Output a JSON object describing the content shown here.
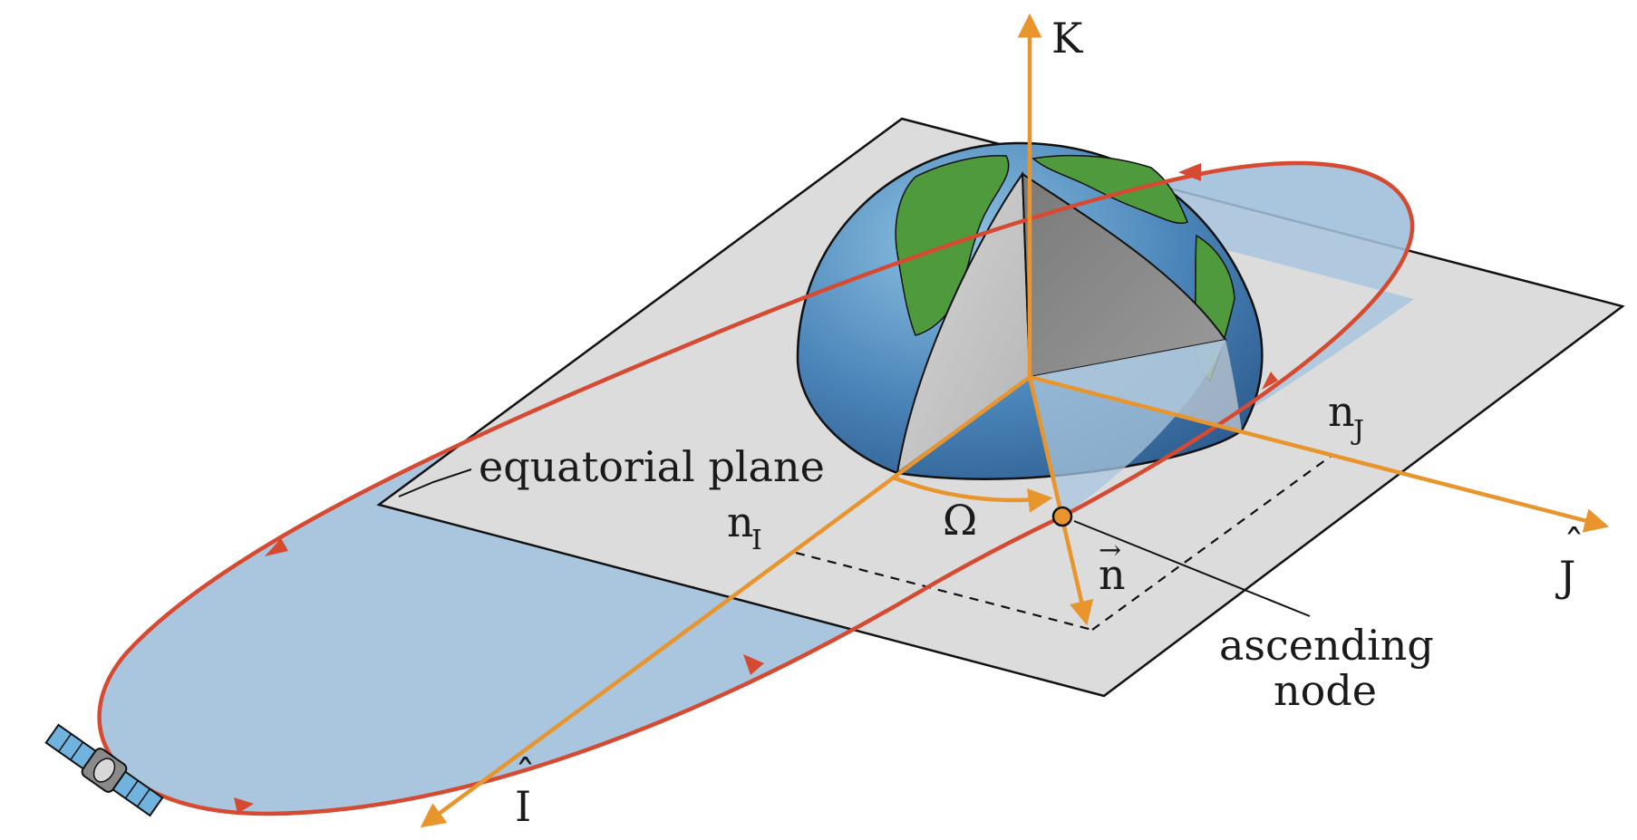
{
  "figure": {
    "axes": {
      "k_label": "K",
      "j_label": "J",
      "i_label": "I"
    },
    "labels": {
      "equatorial_plane": "equatorial plane",
      "n_i": "n",
      "n_i_sub": "I",
      "n_j": "n",
      "n_j_sub": "J",
      "omega": "Ω",
      "n_vector": "n",
      "ascending_node_line1": "ascending",
      "ascending_node_line2": "node"
    },
    "colors": {
      "axis": "#e8952e",
      "orbit_line": "#d64a32",
      "orbit_fill": "#a9c6de",
      "plane_fill": "#dcdcdc",
      "earth_ocean": "#4a7fb0",
      "earth_land": "#4e9a3c",
      "earth_cut_light": "#c8c8c8",
      "earth_cut_dark": "#8a8a8a",
      "node_marker": "#e8952e"
    },
    "icons": {
      "satellite": "satellite-icon",
      "earth": "earth-hemisphere-icon"
    }
  }
}
